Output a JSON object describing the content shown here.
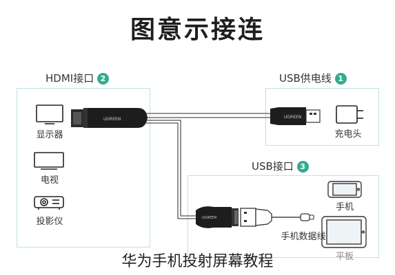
{
  "title": "图意示接连",
  "sections": {
    "hdmi": {
      "label": "HDMI接口",
      "badge": "2"
    },
    "usb_power": {
      "label": "USB供电线",
      "badge": "1"
    },
    "usb": {
      "label": "USB接口",
      "badge": "3"
    }
  },
  "devices": {
    "monitor": "显示器",
    "tv": "电视",
    "projector": "投影仪",
    "charger": "充电头",
    "phone": "手机",
    "tablet": "平板",
    "data_cable": "手机数据线"
  },
  "brand": "UGREEN",
  "caption": "华为手机投射屏幕教程"
}
